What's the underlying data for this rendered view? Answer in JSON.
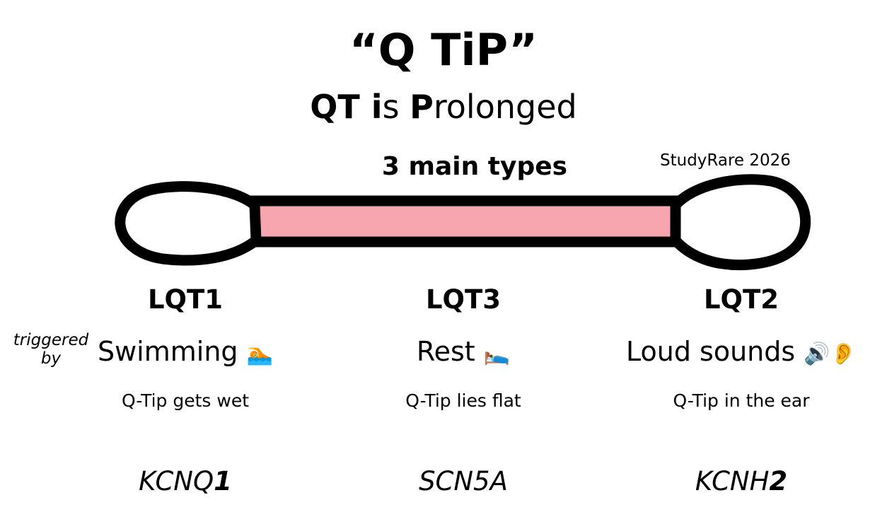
{
  "title": "“Q TiP”",
  "subtitle": {
    "part1_bold": "QT ",
    "part2_bold": "i",
    "part3": "s ",
    "part4_bold": "P",
    "part5": "rolonged"
  },
  "types_label": "3 main types",
  "credit": "StudyRare 2026",
  "triggered_by": {
    "line1": "triggered",
    "line2": "by"
  },
  "colors": {
    "shaft": "#f7a6b0",
    "outline": "#000000",
    "background": "#ffffff"
  },
  "types": [
    {
      "name": "LQT1",
      "trigger": "Swimming",
      "trigger_icon": "swimmer-icon",
      "trigger_emoji": "🏊",
      "mnemonic": "Q-Tip gets wet",
      "gene_main": "KCNQ",
      "gene_suffix_bold": "1"
    },
    {
      "name": "LQT3",
      "trigger": "Rest",
      "trigger_icon": "bed-icon",
      "trigger_emoji": "🛌",
      "mnemonic": "Q-Tip lies flat",
      "gene_main": "SCN5A",
      "gene_suffix_bold": ""
    },
    {
      "name": "LQT2",
      "trigger": "Loud sounds",
      "trigger_icon": "speaker-ear-icon",
      "trigger_emoji": "🔊👂",
      "mnemonic": "Q-Tip in the ear",
      "gene_main": "KCNH",
      "gene_suffix_bold": "2"
    }
  ]
}
